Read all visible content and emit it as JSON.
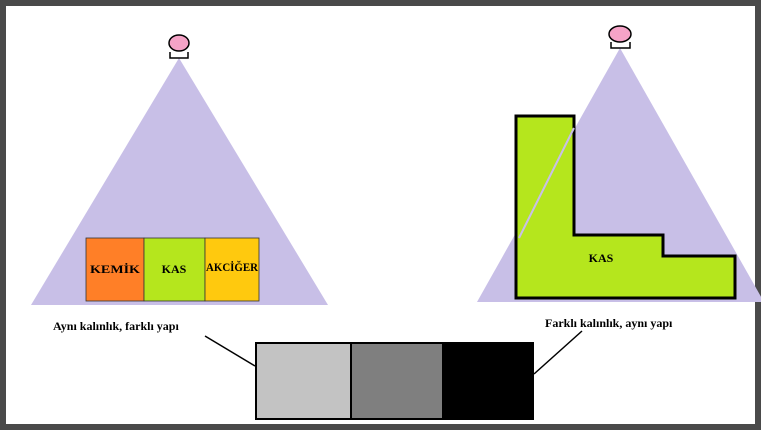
{
  "left_panel": {
    "boxes": [
      {
        "label": "KEMİK",
        "color": "#ff7f27"
      },
      {
        "label": "KAS",
        "color": "#b5e61d"
      },
      {
        "label": "AKCİĞER",
        "color": "#ffc90e"
      }
    ],
    "caption": "Aynı kalınlık, farklı yapı"
  },
  "right_panel": {
    "shape_label": "KAS",
    "shape_color": "#b5e61d",
    "caption": "Farklı kalınlık, aynı yapı"
  },
  "detector": {
    "cells": [
      {
        "color": "#c3c3c3"
      },
      {
        "color": "#7f7f7f"
      },
      {
        "color": "#000000"
      }
    ]
  },
  "colors": {
    "beam": "#c8bfe7",
    "source": "#f5a3c7",
    "frame": "#4a4a4a"
  }
}
